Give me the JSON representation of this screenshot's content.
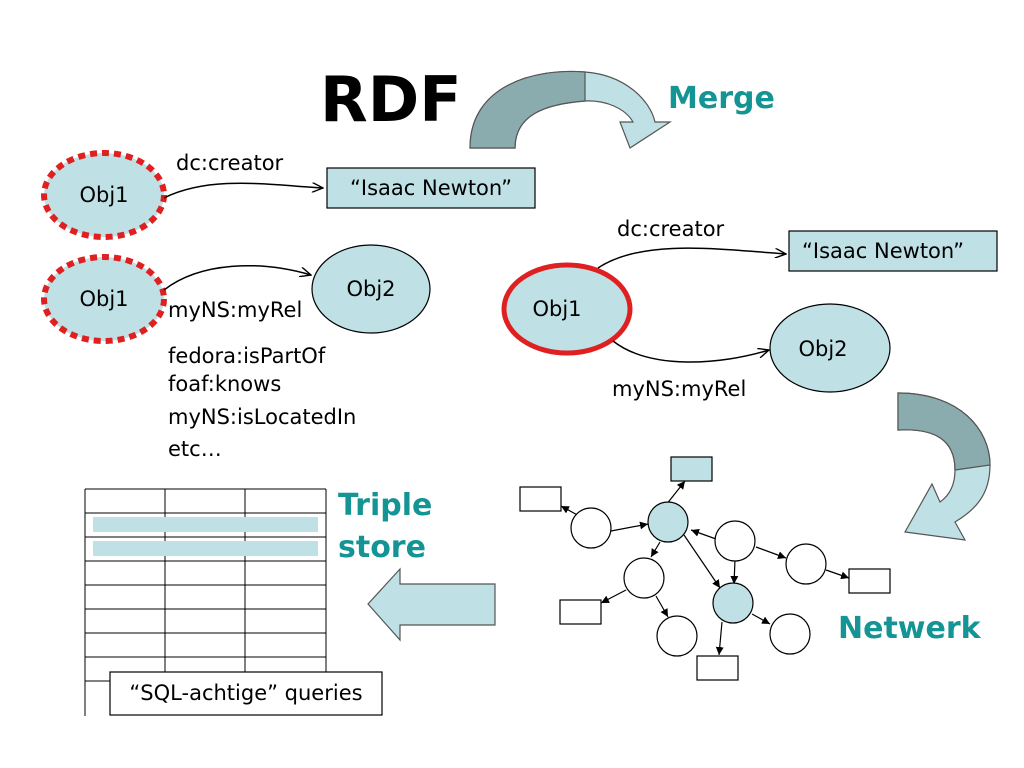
{
  "title": "RDF",
  "merge_label": "Merge",
  "triple_store_label": [
    "Triple",
    "store"
  ],
  "network_label": "Netwerk",
  "left": {
    "triple1": {
      "subject": "Obj1",
      "predicate": "dc:creator",
      "object": "“Isaac Newton”"
    },
    "triple2": {
      "subject": "Obj1",
      "predicate": "myNS:myRel",
      "object": "Obj2"
    },
    "predicate_examples": [
      "fedora:isPartOf",
      "foaf:knows",
      "myNS:isLocatedIn",
      "etc…"
    ]
  },
  "merged": {
    "subject": "Obj1",
    "edges": [
      {
        "predicate": "dc:creator",
        "object": "“Isaac Newton”"
      },
      {
        "predicate": "myNS:myRel",
        "object": "Obj2"
      }
    ]
  },
  "table_caption": "“SQL-achtige” queries",
  "colors": {
    "accent": "#149494",
    "node_fill": "#bfe0e4",
    "arrow_fill": "#bfe0e4",
    "arrow_dark": "#8aacae",
    "highlight_red": "#e02020",
    "stroke": "#000000"
  }
}
